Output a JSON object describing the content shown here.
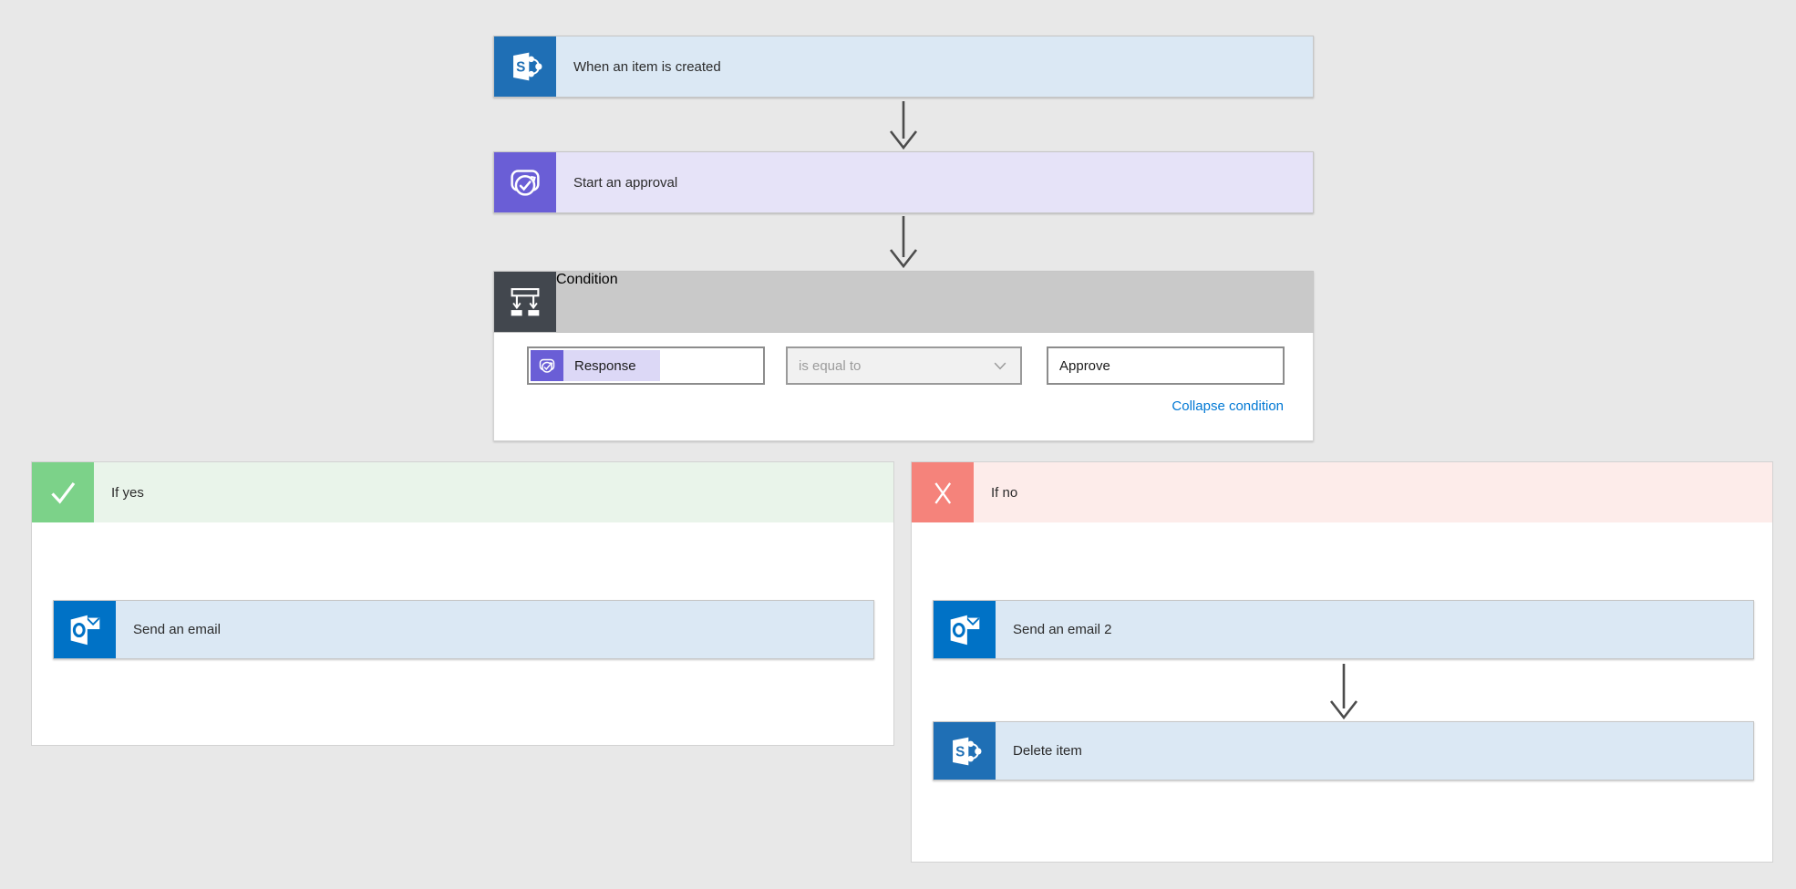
{
  "app": "flow-designer-canvas",
  "colors": {
    "canvas_background": "#e8e8e8",
    "sharepoint_brand": "#1f6fb5",
    "approvals_brand": "#6a5ed6",
    "outlook_brand": "#0072c6",
    "condition_brand": "#42474e",
    "yes_brand": "#7cd289",
    "no_brand": "#f5837b",
    "link_blue": "#0078d4",
    "arrow_gray": "#4c4c4c"
  },
  "workflow": {
    "trigger": {
      "label": "When an item is created",
      "icon": "sharepoint-icon"
    },
    "approval": {
      "label": "Start an approval",
      "icon": "approvals-icon"
    },
    "condition": {
      "title": "Condition",
      "icon": "condition-icon",
      "row": {
        "left_operand": {
          "label": "Response",
          "icon": "approvals-icon"
        },
        "operator": {
          "value": "is equal to"
        },
        "right_operand": {
          "value": "Approve"
        }
      },
      "collapse_label": "Collapse condition"
    },
    "branch_yes": {
      "label": "If yes",
      "icon": "check-icon",
      "actions": [
        {
          "label": "Send an email",
          "icon": "outlook-icon"
        }
      ]
    },
    "branch_no": {
      "label": "If no",
      "icon": "x-icon",
      "actions": [
        {
          "label": "Send an email 2",
          "icon": "outlook-icon"
        },
        {
          "label": "Delete item",
          "icon": "sharepoint-icon"
        }
      ]
    }
  }
}
